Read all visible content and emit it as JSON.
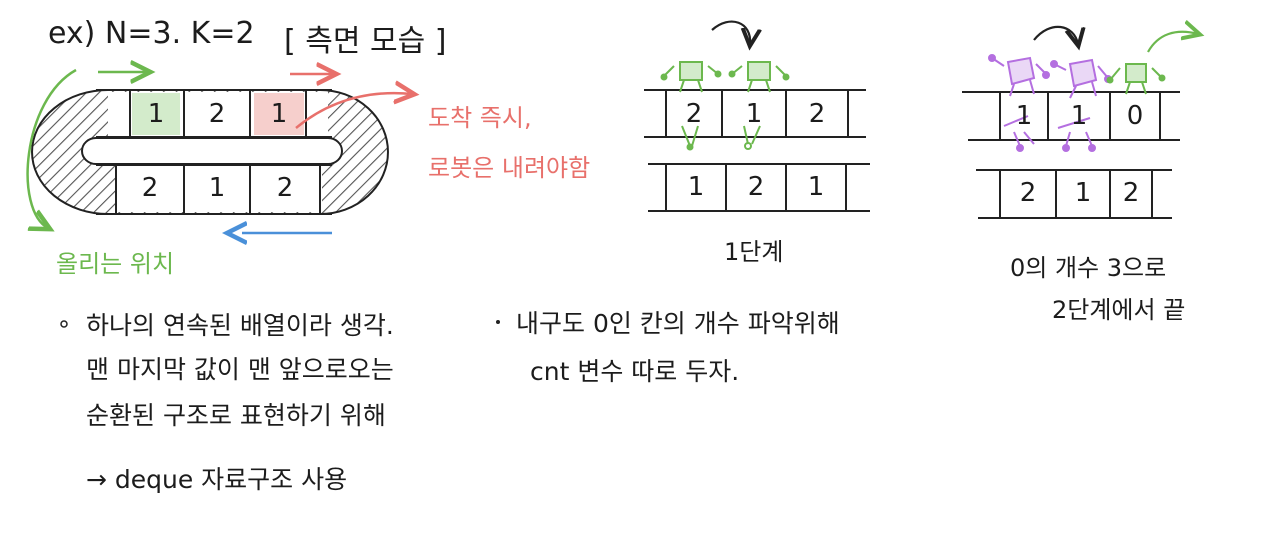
{
  "example": {
    "title": "ex) N=3. K=2",
    "side_view": "[ 측면 모습 ]",
    "top_row": [
      "1",
      "2",
      "1"
    ],
    "bottom_row": [
      "2",
      "1",
      "2"
    ],
    "arrive_note_line1": "도착 즉시,",
    "arrive_note_line2": "로봇은 내려야함",
    "load_position": "올리는 위치"
  },
  "step1": {
    "top_row": [
      "2",
      "1",
      "2"
    ],
    "bottom_row": [
      "1",
      "2",
      "1"
    ],
    "label": "1단계"
  },
  "step2": {
    "top_row": [
      "1",
      "1",
      "0"
    ],
    "bottom_row": [
      "2",
      "1",
      "2"
    ],
    "caption_line1": "0의 개수 3으로",
    "caption_line2": "2단계에서 끝"
  },
  "notes_left": [
    "하나의 연속된 배열이라 생각.",
    "맨 마지막 값이 맨 앞으로오는",
    "순환된 구조로 표현하기 위해",
    "→ deque 자료구조 사용"
  ],
  "notes_right": [
    "내구도 0인 칸의 개수 파악위해",
    "cnt 변수 따로 두자."
  ],
  "colors": {
    "green": "#6cb84e",
    "green_fill": "#d3ebcb",
    "red": "#e8706b",
    "red_fill": "#f6cfcc",
    "blue": "#4a90d9",
    "purple": "#b46fe0",
    "ink": "#1c1c1c"
  }
}
